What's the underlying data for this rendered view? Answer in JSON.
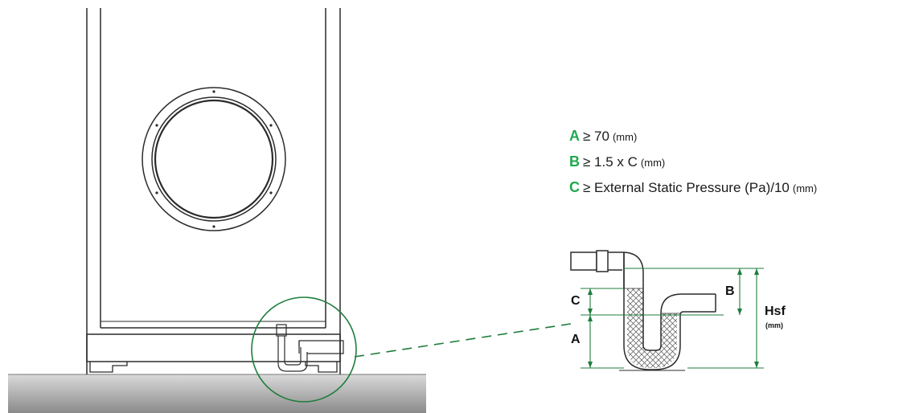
{
  "specs": [
    {
      "letter": "A",
      "expr": "≥ 70",
      "unit": "(mm)"
    },
    {
      "letter": "B",
      "expr": "≥ 1.5 x C",
      "unit": "(mm)"
    },
    {
      "letter": "C",
      "expr": "≥ External Static Pressure (Pa)/10",
      "unit": "(mm)"
    }
  ],
  "dimensions": {
    "a": "A",
    "b": "B",
    "c": "C",
    "hsf": "Hsf",
    "hsf_unit": "(mm)"
  },
  "colors": {
    "accent": "#1fa84f",
    "dimension_line": "#1e7d3c",
    "outline": "#2b2b2b",
    "floor_top": "#d7d7d7",
    "floor_bottom": "#8e8e8e"
  }
}
